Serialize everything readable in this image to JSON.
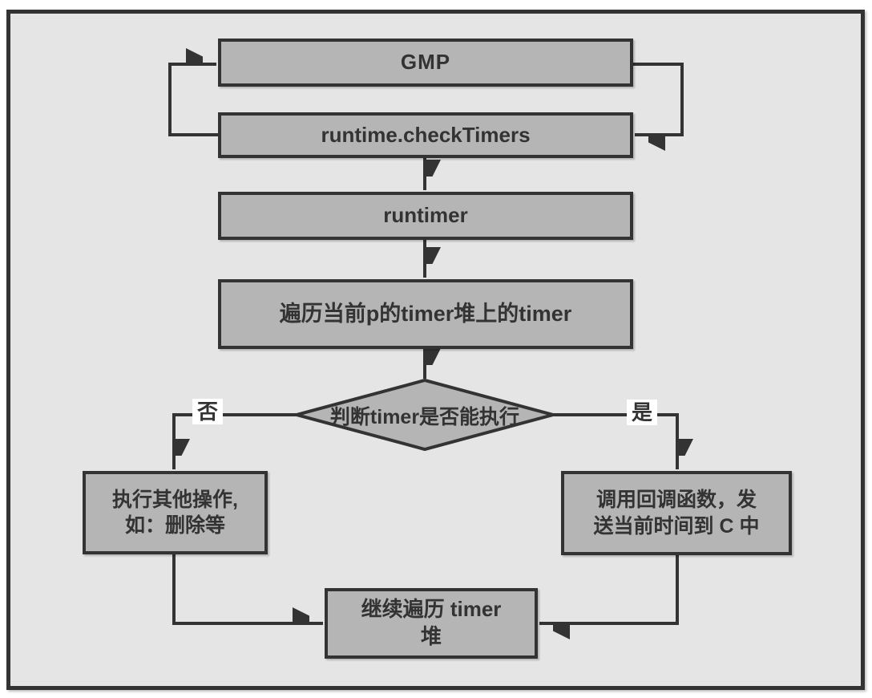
{
  "diagram": {
    "title": "go-runtime-timer-check-flowchart",
    "nodes": {
      "gmp": {
        "label": "GMP"
      },
      "check_timers": {
        "label": "runtime.checkTimers"
      },
      "runtimer": {
        "label": "runtimer"
      },
      "iterate_heap": {
        "label": "遍历当前p的timer堆上的timer"
      },
      "decision": {
        "label": "判断timer是否能执行"
      },
      "other_ops": {
        "line1": "执行其他操作,",
        "line2": "如：删除等"
      },
      "callback": {
        "line1": "调用回调函数，发",
        "line2": "送当前时间到 C 中"
      },
      "continue_iterate": {
        "line1": "继续遍历 timer",
        "line2": "堆"
      }
    },
    "edge_labels": {
      "no": "否",
      "yes": "是"
    },
    "colors": {
      "canvas_fill": "#e5e5e5",
      "node_fill": "#b5b5b5",
      "stroke": "#333333",
      "text": "#333333",
      "edge_label_bg": "#ffffff"
    }
  }
}
